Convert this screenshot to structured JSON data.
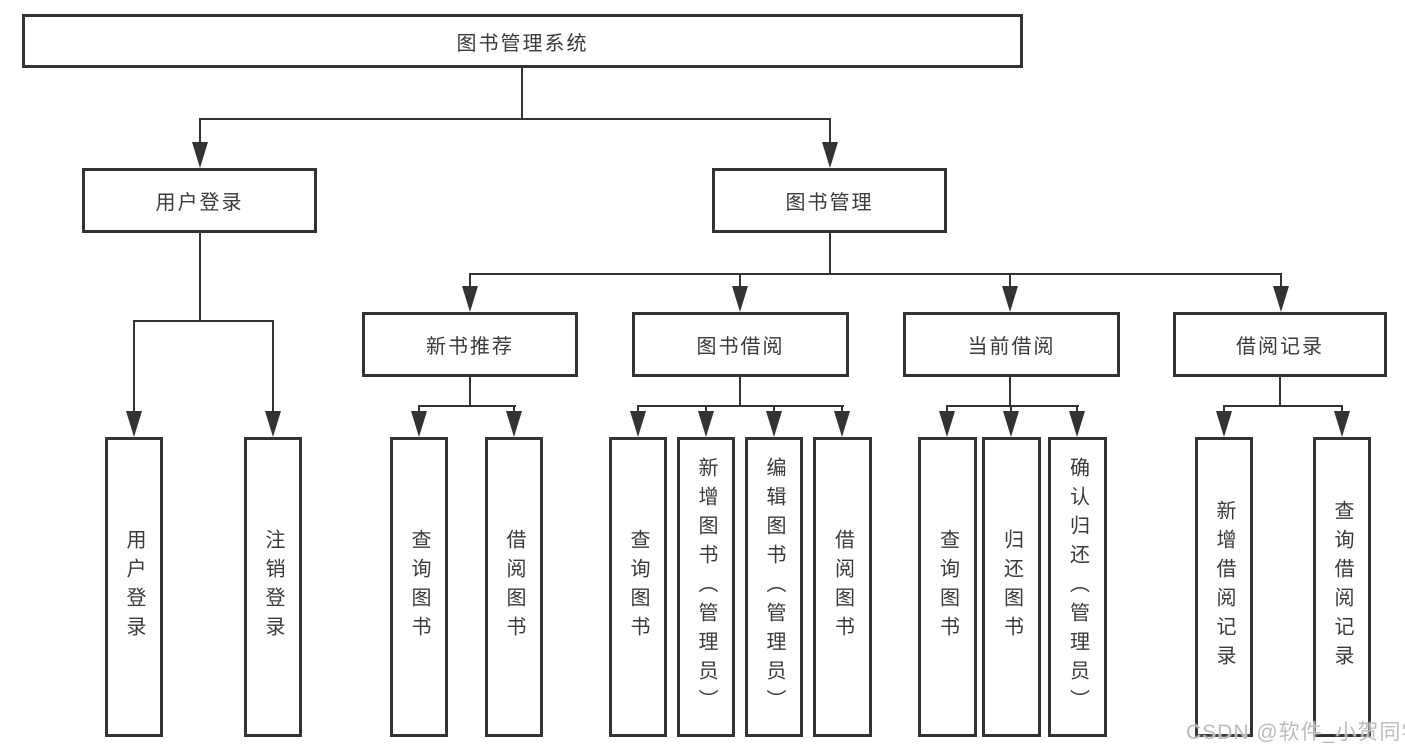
{
  "diagram": {
    "type": "hierarchy",
    "root": {
      "label": "图书管理系统"
    },
    "level2": [
      {
        "label": "用户登录",
        "parent": "图书管理系统"
      },
      {
        "label": "图书管理",
        "parent": "图书管理系统"
      }
    ],
    "level3": [
      {
        "label": "新书推荐",
        "parent": "图书管理"
      },
      {
        "label": "图书借阅",
        "parent": "图书管理"
      },
      {
        "label": "当前借阅",
        "parent": "图书管理"
      },
      {
        "label": "借阅记录",
        "parent": "图书管理"
      }
    ],
    "leaves": [
      {
        "label": "用户登录",
        "parent": "用户登录"
      },
      {
        "label": "注销登录",
        "parent": "用户登录"
      },
      {
        "label": "查询图书",
        "parent": "新书推荐"
      },
      {
        "label": "借阅图书",
        "parent": "新书推荐"
      },
      {
        "label": "查询图书",
        "parent": "图书借阅"
      },
      {
        "label": "新增图书（管理员）",
        "parent": "图书借阅"
      },
      {
        "label": "编辑图书（管理员）",
        "parent": "图书借阅"
      },
      {
        "label": "借阅图书",
        "parent": "图书借阅"
      },
      {
        "label": "查询图书",
        "parent": "当前借阅"
      },
      {
        "label": "归还图书",
        "parent": "当前借阅"
      },
      {
        "label": "确认归还（管理员）",
        "parent": "当前借阅"
      },
      {
        "label": "新增借阅记录",
        "parent": "借阅记录"
      },
      {
        "label": "查询借阅记录",
        "parent": "借阅记录"
      }
    ]
  },
  "watermark": {
    "text": "CSDN @软件_小贺同学"
  },
  "colors": {
    "line": "#333333",
    "text": "#3a3a3a",
    "background": "#ffffff",
    "watermark_text": "#bcbcbc"
  }
}
